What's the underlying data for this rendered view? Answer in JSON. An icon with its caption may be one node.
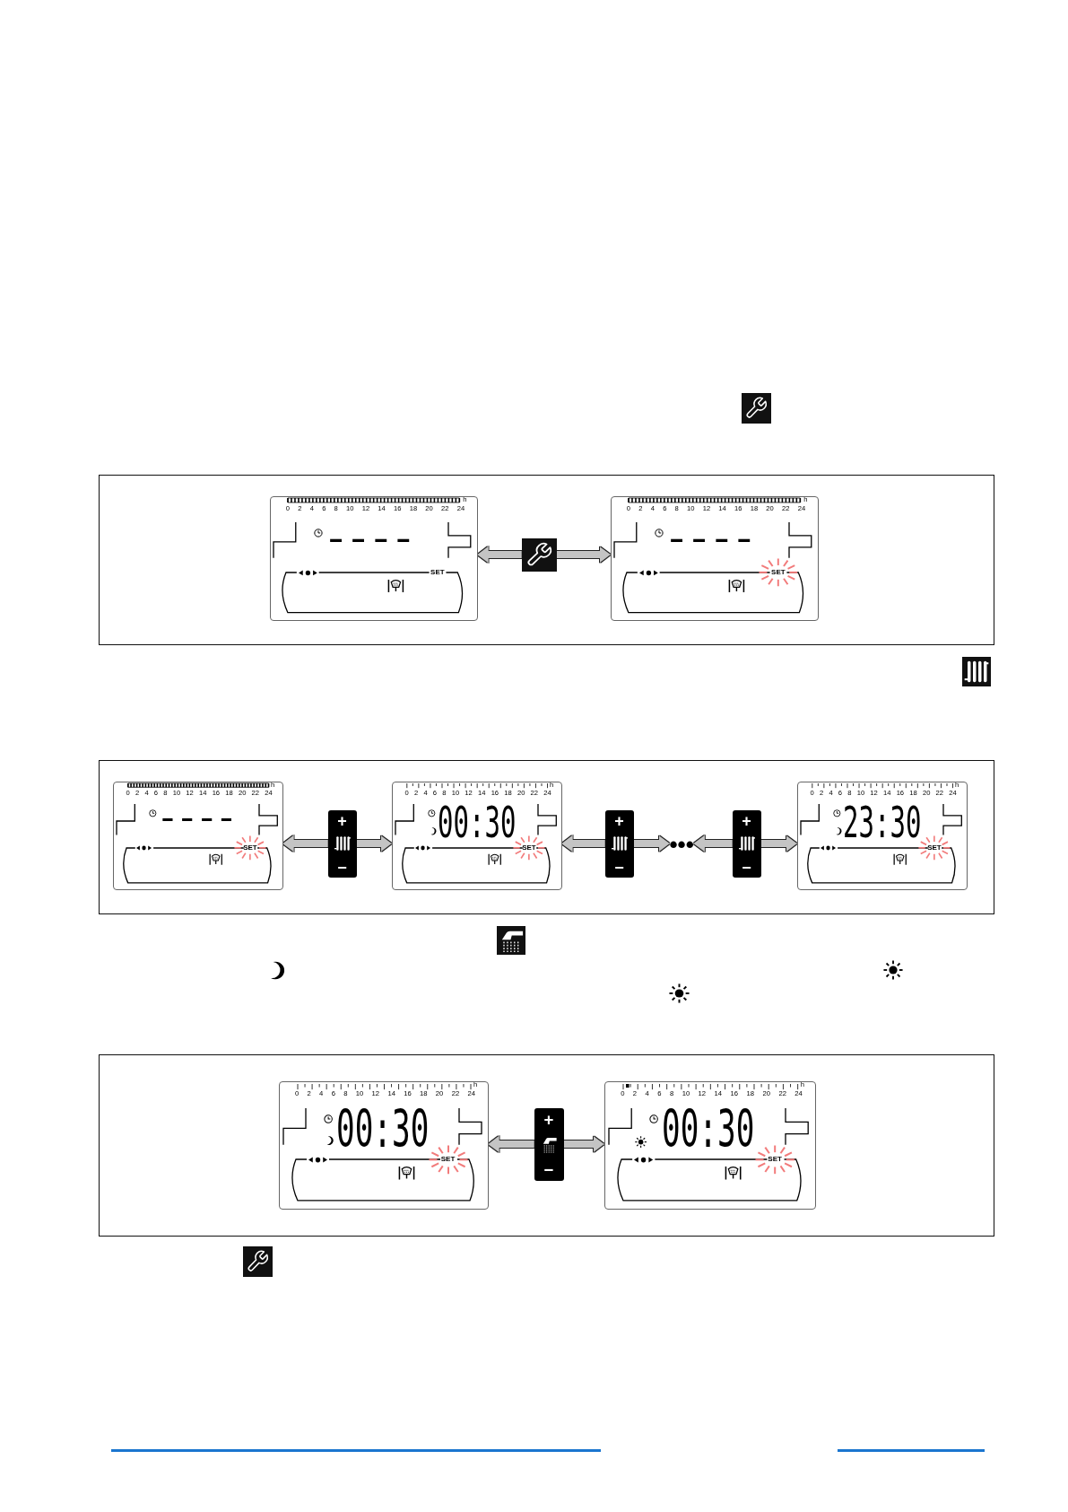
{
  "diagram": {
    "nodes": [
      {
        "text": [],
        "shape": "box"
      },
      {
        "text": [
          "0 2 4 6 8 10 12 14 16 18 20 22 24",
          "h",
          "----",
          "SET"
        ],
        "in": 0
      },
      {
        "text": [],
        "shape": "picture",
        "in": 0
      },
      {
        "text": [
          "0 2 4 6 8 10 12 14 16 18 20 22 24",
          "h",
          "----",
          "SET"
        ],
        "in": 0
      },
      {
        "text": [],
        "shape": "box"
      },
      {
        "text": [
          "0 2 4 6 8 10 12 14 16 18 20 22 24",
          "h",
          "----",
          "SET"
        ],
        "in": 4
      },
      {
        "text": [
          "+",
          "−"
        ],
        "in": 4
      },
      {
        "text": [
          "0 2 4 6 8 10 12 14 16 18 20 22 24",
          "h",
          "00:30",
          "SET"
        ],
        "in": 4
      },
      {
        "text": [
          "+",
          "−"
        ],
        "in": 4
      },
      {
        "text": [
          "•••"
        ],
        "in": 4
      },
      {
        "text": [
          "+",
          "−"
        ],
        "in": 4
      },
      {
        "text": [
          "0 2 4 6 8 10 12 14 16 18 20 22 24",
          "h",
          "23:30",
          "SET"
        ],
        "in": 4
      },
      {
        "text": [],
        "shape": "box"
      },
      {
        "text": [
          "0 2 4 6 8 10 12 14 16 18 20 22 24",
          "h",
          "00:30",
          "SET"
        ],
        "in": 12
      },
      {
        "text": [
          "+",
          "−"
        ],
        "in": 12
      },
      {
        "text": [
          "0 2 4 6 8 10 12 14 16 18 20 22 24",
          "h",
          "00:30",
          "SET"
        ],
        "in": 12
      }
    ],
    "edges": [
      {
        "from": 2,
        "to": 1,
        "arrow": "to"
      },
      {
        "from": 2,
        "to": 3,
        "arrow": "to"
      },
      {
        "from": 6,
        "to": 5,
        "arrow": "to"
      },
      {
        "from": 6,
        "to": 7,
        "arrow": "to"
      },
      {
        "from": 8,
        "to": 7,
        "arrow": "to"
      },
      {
        "from": 8,
        "to": 9,
        "arrow": "to"
      },
      {
        "from": 10,
        "to": 9,
        "arrow": "to"
      },
      {
        "from": 10,
        "to": 11,
        "arrow": "to"
      },
      {
        "from": 14,
        "to": 13,
        "arrow": "to"
      },
      {
        "from": 14,
        "to": 15,
        "arrow": "to"
      }
    ]
  }
}
